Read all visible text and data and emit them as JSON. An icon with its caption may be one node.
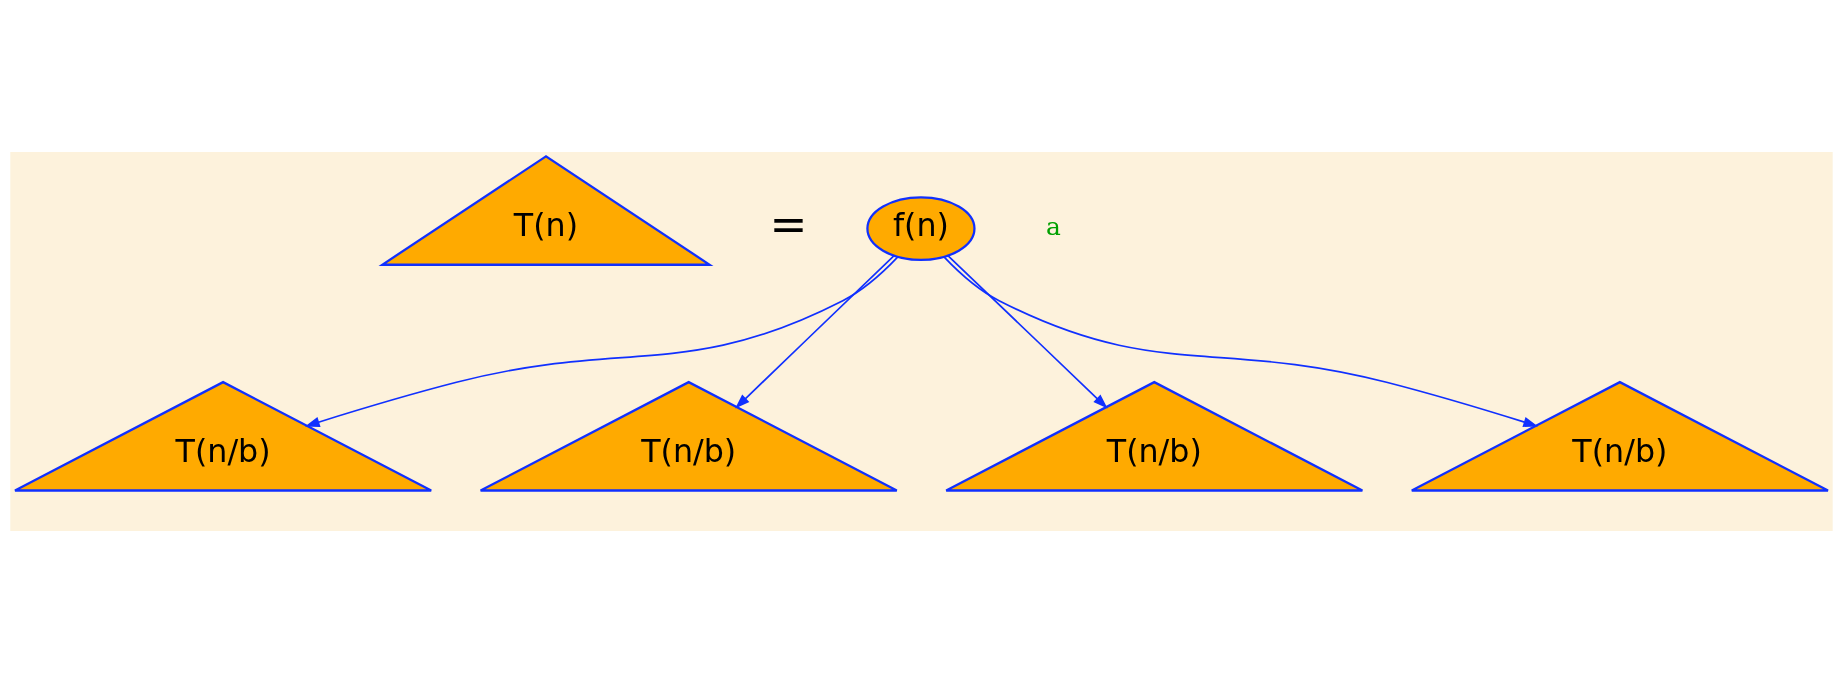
{
  "diagram": {
    "nodes": [
      {
        "text": [
          "T(n)"
        ]
      },
      {
        "text": [
          "f(n)"
        ]
      },
      {
        "text": [
          "T(n/b)"
        ]
      },
      {
        "text": [
          "T(n/b)"
        ]
      },
      {
        "text": [
          "T(n/b)"
        ]
      },
      {
        "text": [
          "T(n/b)"
        ]
      }
    ],
    "edges": [
      {
        "from": 1,
        "to": 2,
        "arrow": "to"
      },
      {
        "from": 1,
        "to": 3,
        "arrow": "to"
      },
      {
        "from": 1,
        "to": 4,
        "arrow": "to"
      },
      {
        "from": 1,
        "to": 5,
        "arrow": "to"
      }
    ],
    "labels": [
      "=",
      "a"
    ]
  }
}
